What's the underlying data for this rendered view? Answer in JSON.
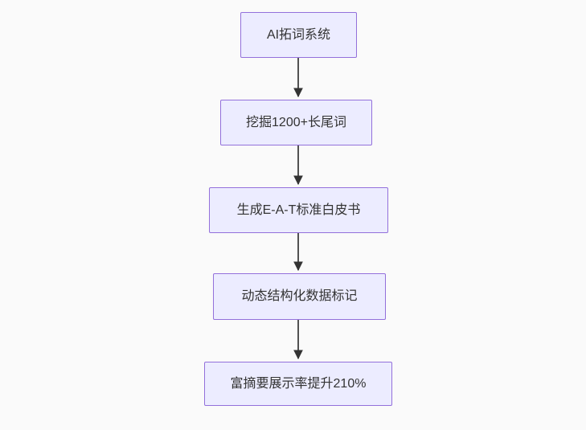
{
  "diagram": {
    "type": "flowchart",
    "direction": "top-down",
    "background": "#fafafa",
    "node_fill": "#ECECFF",
    "node_border": "#9370DB",
    "text_color": "#333333",
    "arrow_color": "#333333",
    "nodes": [
      {
        "id": "n1",
        "label": "AI拓词系统"
      },
      {
        "id": "n2",
        "label": "挖掘1200+长尾词"
      },
      {
        "id": "n3",
        "label": "生成E-A-T标准白皮书"
      },
      {
        "id": "n4",
        "label": "动态结构化数据标记"
      },
      {
        "id": "n5",
        "label": "富摘要展示率提升210%"
      }
    ],
    "edges": [
      {
        "from": "n1",
        "to": "n2"
      },
      {
        "from": "n2",
        "to": "n3"
      },
      {
        "from": "n3",
        "to": "n4"
      },
      {
        "from": "n4",
        "to": "n5"
      }
    ]
  }
}
